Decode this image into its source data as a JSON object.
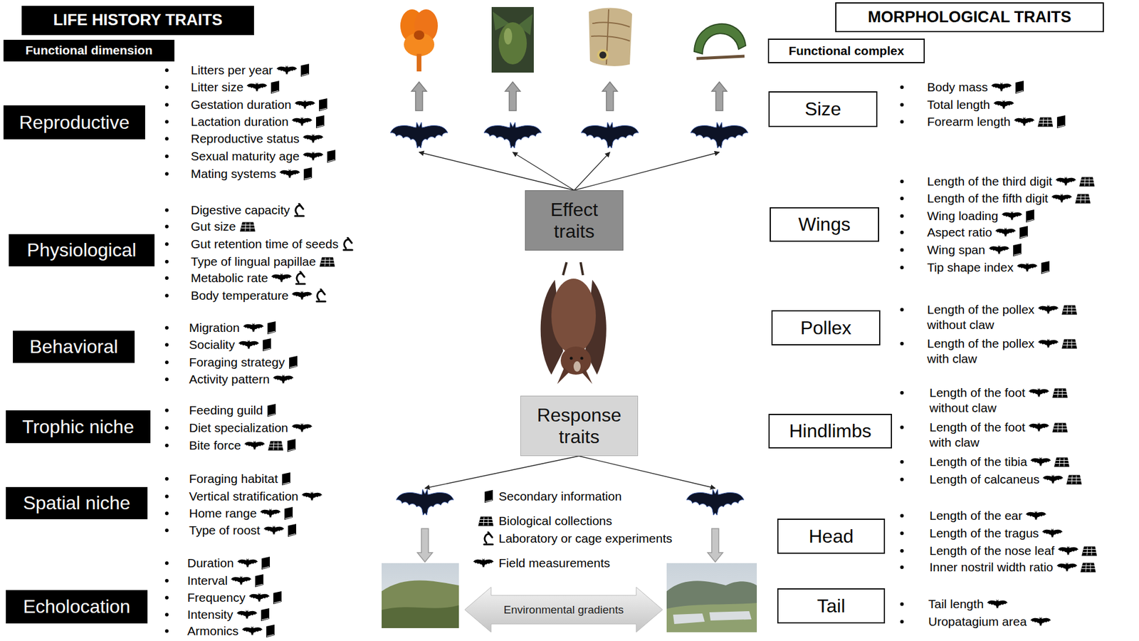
{
  "diagram": {
    "nodes": [
      {
        "text": [
          "LIFE HISTORY TRAITS"
        ]
      },
      {
        "text": [
          "Functional dimension"
        ]
      },
      {
        "text": [
          "Reproductive"
        ]
      },
      {
        "text": [
          "Physiological"
        ]
      },
      {
        "text": [
          "Behavioral"
        ]
      },
      {
        "text": [
          "Trophic niche"
        ]
      },
      {
        "text": [
          "Spatial niche"
        ]
      },
      {
        "text": [
          "Echolocation"
        ]
      },
      {
        "text": [
          "Effect traits"
        ]
      },
      {
        "text": [
          "Response traits"
        ]
      },
      {
        "text": [
          "Environmental gradients"
        ]
      },
      {
        "text": [
          "MORPHOLOGICAL TRAITS"
        ]
      },
      {
        "text": [
          "Functional complex"
        ]
      },
      {
        "text": [
          "Size"
        ]
      },
      {
        "text": [
          "Wings"
        ]
      },
      {
        "text": [
          "Pollex"
        ]
      },
      {
        "text": [
          "Hindlimbs"
        ]
      },
      {
        "text": [
          "Head"
        ]
      },
      {
        "text": [
          "Tail"
        ]
      }
    ],
    "labels": [
      "Litters per year",
      "Litter size",
      "Gestation duration",
      "Lactation duration",
      "Reproductive status",
      "Sexual maturity age",
      "Mating systems",
      "Digestive capacity",
      "Gut size",
      "Gut retention time of seeds",
      "Type of lingual papillae",
      "Metabolic rate",
      "Body temperature",
      "Migration",
      "Sociality",
      "Foraging strategy",
      "Activity pattern",
      "Feeding guild",
      "Diet specialization",
      "Bite force",
      "Foraging habitat",
      "Vertical stratification",
      "Home range",
      "Type of roost",
      "Duration",
      "Interval",
      "Frequency",
      "Intensity",
      "Armonics",
      "Body mass",
      "Total length",
      "Forearm length",
      "Length of the third digit",
      "Length of the fifth digit",
      "Wing loading",
      "Aspect ratio",
      "Wing span",
      "Tip shape index",
      "Length of the pollex without claw",
      "Length of the pollex with claw",
      "Length of the foot without claw",
      "Length of the foot with claw",
      "Length of the tibia",
      "Length of calcaneus",
      "Length of the ear",
      "Length of the tragus",
      "Length of the nose leaf",
      "Inner nostril width ratio",
      "Tail length",
      "Uropatagium area"
    ],
    "legend": [
      {
        "text": "Secondary information"
      },
      {
        "text": "Biological collections"
      },
      {
        "text": "Laboratory or cage experiments"
      },
      {
        "text": "Field measurements"
      }
    ]
  }
}
